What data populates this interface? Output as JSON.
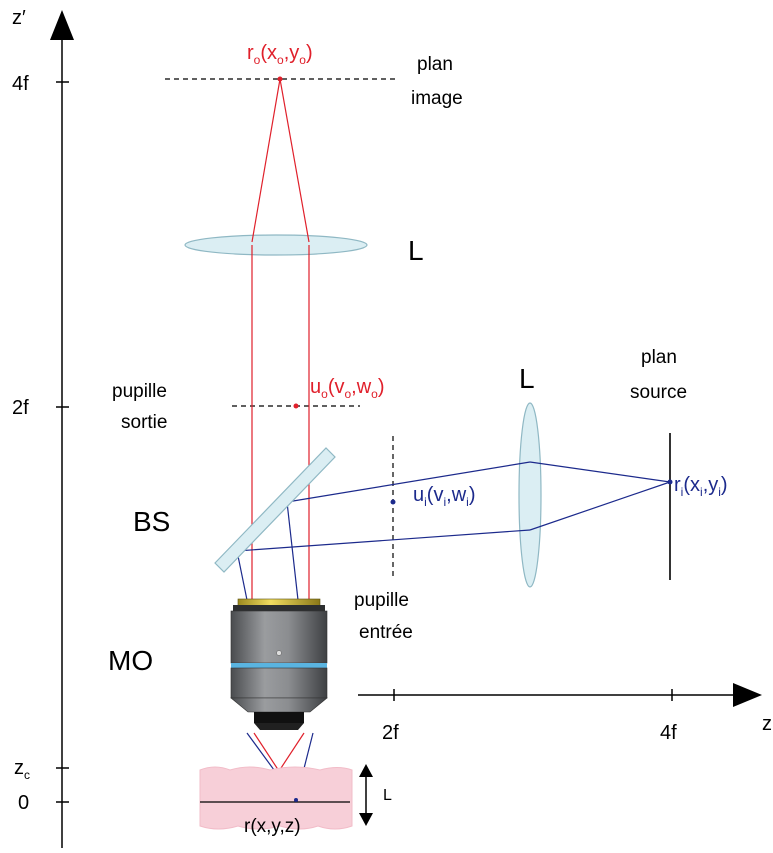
{
  "axes": {
    "vertical_label": "z′",
    "vertical_ticks": [
      "4f",
      "2f",
      "z",
      "0"
    ],
    "vertical_tick_sub": "c",
    "horizontal_label": "z",
    "horizontal_ticks": [
      "2f",
      "4f"
    ]
  },
  "labels": {
    "plan_image_1": "plan",
    "plan_image_2": "image",
    "lens_top": "L",
    "lens_side": "L",
    "plan_source_1": "plan",
    "plan_source_2": "source",
    "pupille_sortie_1": "pupille",
    "pupille_sortie_2": "sortie",
    "pupille_entree_1": "pupille",
    "pupille_entree_2": "entrée",
    "bs": "BS",
    "mo": "MO",
    "sample_thickness": "L",
    "sample_point": "r(x,y,z)"
  },
  "points": {
    "ro_main": "r",
    "ro_sub": "o",
    "ro_args": [
      "(x",
      "o",
      ",y",
      "o",
      ")"
    ],
    "uo_main": "u",
    "uo_sub": "o",
    "uo_args": [
      "(v",
      "o",
      ",w",
      "o",
      ")"
    ],
    "ui_main": "u",
    "ui_sub": "i",
    "ui_args": [
      "(v",
      "i",
      ",w",
      "i",
      ")"
    ],
    "ri_main": "r",
    "ri_sub": "i",
    "ri_args": [
      "(x",
      "i",
      ",y",
      "i",
      ")"
    ]
  },
  "colors": {
    "detection_path": "#e0202b",
    "illumination_path": "#1c2a8c",
    "lens_fill": "#dbeef3",
    "lens_stroke": "#8fb8c4",
    "sample_fill": "#f7cfd8",
    "objective_body": "#7b7d80",
    "objective_band": "#5ab4e0",
    "objective_ring": "#d8c24a"
  }
}
